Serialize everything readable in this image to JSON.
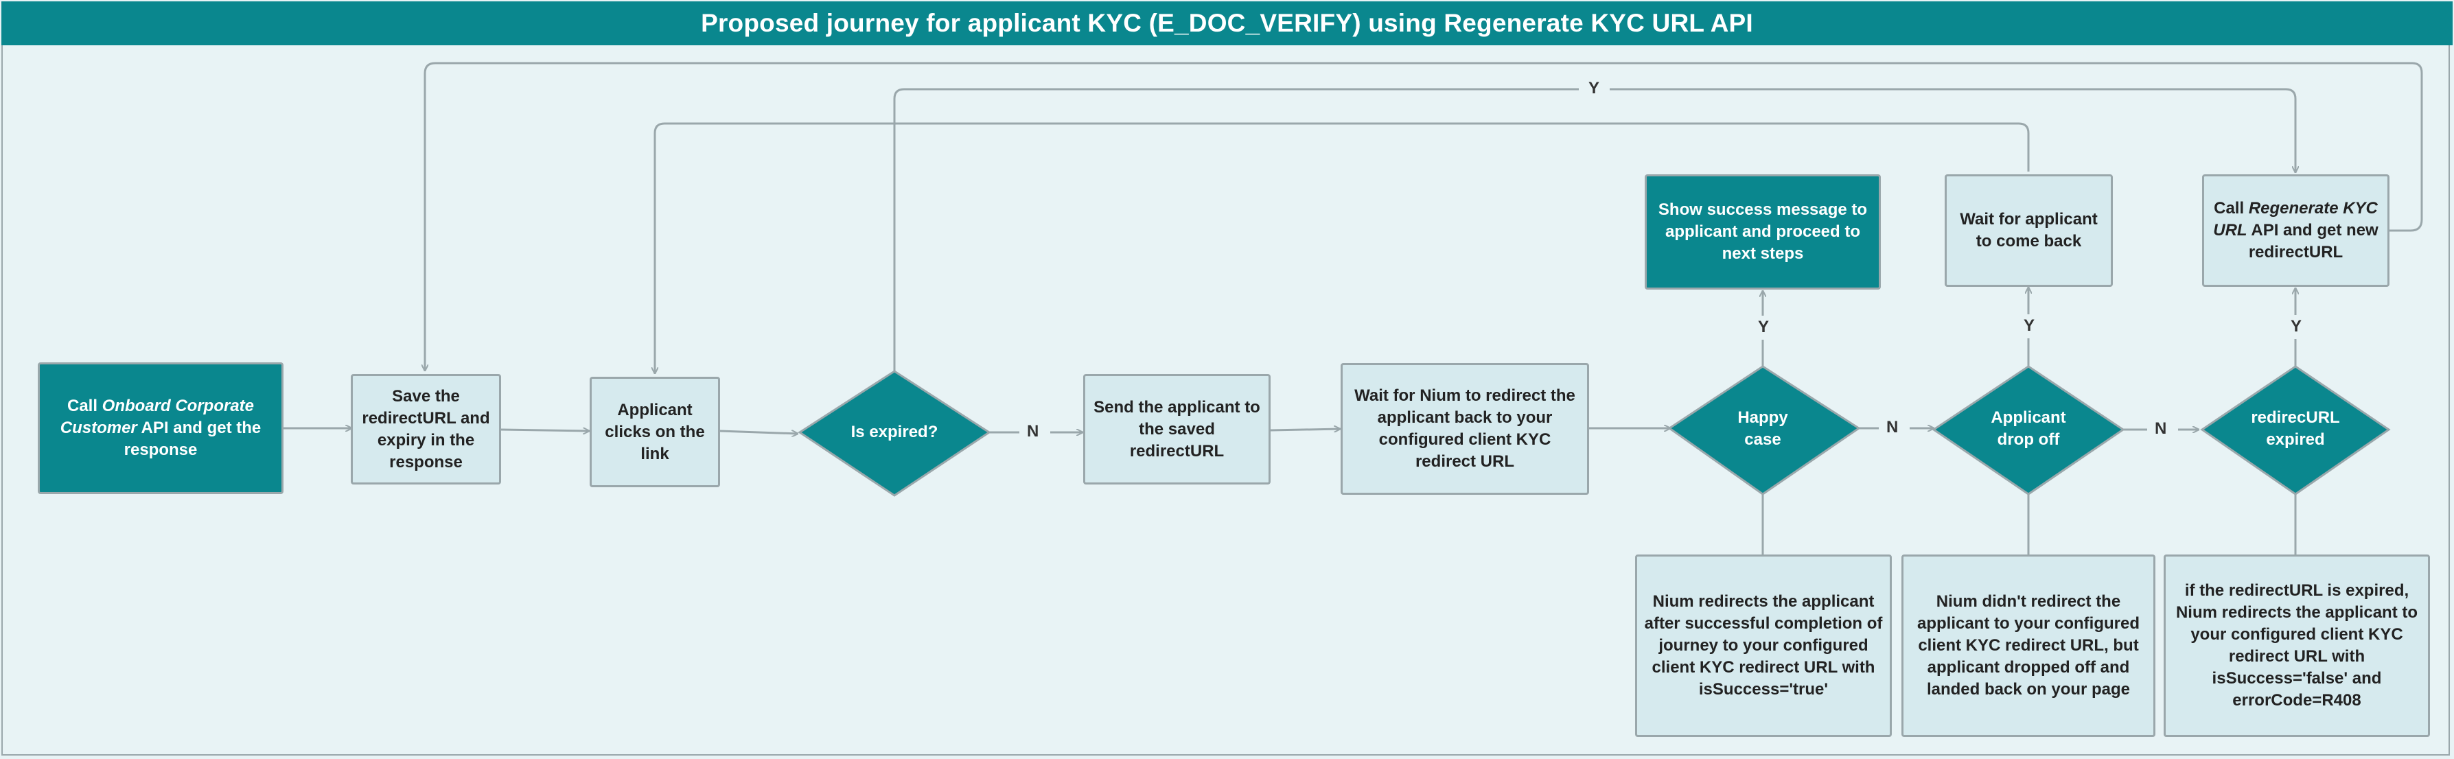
{
  "title": "Proposed journey for applicant KYC (E_DOC_VERIFY) using Regenerate KYC URL API",
  "colors": {
    "accent": "#0a878e",
    "box_fill": "#d6eaee",
    "background": "#e8f3f5",
    "line": "#9aa7ab"
  },
  "nodes": {
    "onboard": {
      "pre": "Call ",
      "em": "Onboard Corporate Customer",
      "post": " API and get the response"
    },
    "save_redirect": "Save the redirectURL and expiry in the response",
    "applicant_clicks": "Applicant clicks on the link",
    "is_expired": "Is expired?",
    "send_applicant": "Send the applicant to the saved redirectURL",
    "wait_nium": "Wait for Nium to redirect the applicant back to your configured client KYC redirect URL",
    "happy_case": "Happy case",
    "applicant_drop_off": "Applicant drop off",
    "redirect_expired": "redirecURL expired",
    "show_success": "Show success message to applicant and proceed to next steps",
    "wait_applicant": "Wait for applicant to come back",
    "call_regenerate": {
      "pre": "Call ",
      "em": "Regenerate KYC URL",
      "post": " API and get new redirectURL"
    },
    "note_happy": "Nium redirects the applicant after successful completion of  journey to your  configured client KYC redirect URL with isSuccess='true'",
    "note_dropoff": "Nium didn't redirect the applicant to your configured client KYC redirect URL, but applicant dropped off and landed back on your page",
    "note_expired": "if the redirectURL is expired, Nium redirects the applicant to your  configured client KYC redirect URL with isSuccess='false' and errorCode=R408"
  },
  "edge_labels": {
    "yes": "Y",
    "no": "N"
  }
}
